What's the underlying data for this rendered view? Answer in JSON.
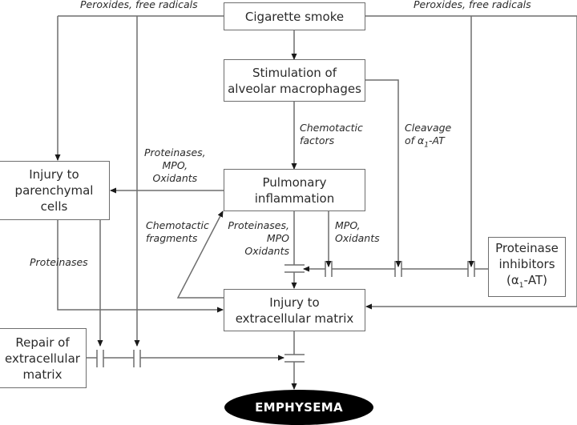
{
  "nodes": {
    "cigarette_smoke": "Cigarette smoke",
    "stimulation": [
      "Stimulation of",
      "alveolar macrophages"
    ],
    "pulmonary_inflammation": [
      "Pulmonary",
      "inflammation"
    ],
    "injury_parenchymal": [
      "Injury to",
      "parenchymal",
      "cells"
    ],
    "injury_ecm": [
      "Injury to",
      "extracellular matrix"
    ],
    "repair_ecm": [
      "Repair of",
      "extracellular",
      "matrix"
    ],
    "proteinase_inhibitors": [
      "Proteinase",
      "inhibitors",
      "(α",
      "1",
      "-AT)"
    ],
    "emphysema": "EMPHYSEMA"
  },
  "edge_labels": {
    "peroxides_left": "Peroxides, free radicals",
    "peroxides_right": "Peroxides, free radicals",
    "chemotactic_factors": [
      "Chemotactic",
      "factors"
    ],
    "cleavage": [
      "Cleavage",
      "of α",
      "1",
      "-AT"
    ],
    "proteinases_mpo_oxidants_left": [
      "Proteinases,",
      "MPO,",
      "Oxidants"
    ],
    "chemotactic_fragments": [
      "Chemotactic",
      "fragments"
    ],
    "proteinases_mpo_oxidants_down": [
      "Proteinases,",
      "MPO",
      "Oxidants"
    ],
    "mpo_oxidants": [
      "MPO,",
      "Oxidants"
    ],
    "proteinases": "Proteinases"
  },
  "colors": {
    "line": "#6e6e6e",
    "text": "#2a2a2a",
    "terminal_fill": "#000000",
    "terminal_text": "#ffffff"
  }
}
